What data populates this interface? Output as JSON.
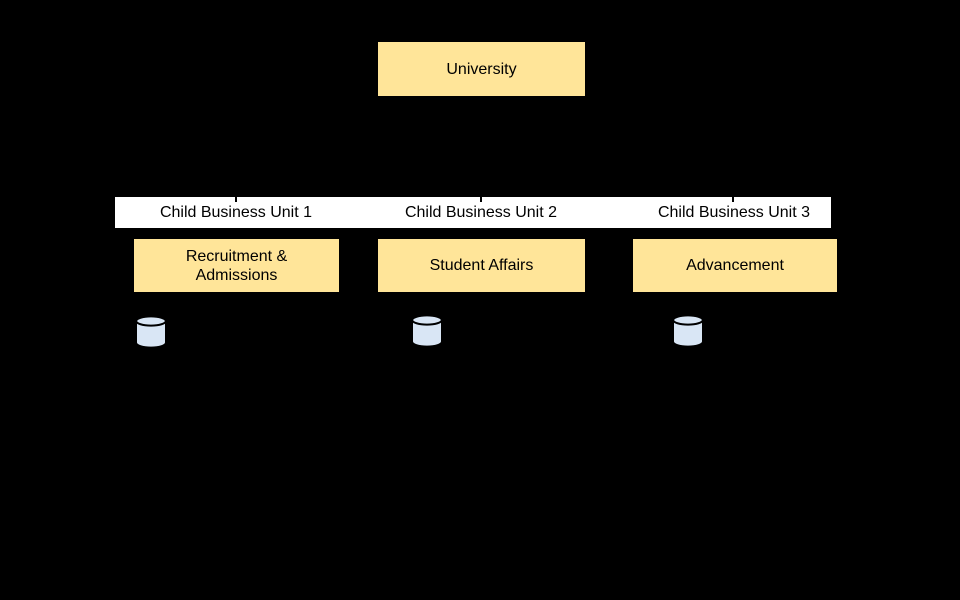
{
  "canvas": {
    "background": "#000000"
  },
  "root_node": {
    "label": "University",
    "fill": "#FFE599",
    "text_color": "#000000"
  },
  "label_band": {
    "fill": "#FFFFFF"
  },
  "connector_color": "#000000",
  "children": [
    {
      "unit_label": "Child Business Unit 1",
      "box_lines": [
        "Recruitment &",
        "Admissions"
      ],
      "fill": "#FFE599"
    },
    {
      "unit_label": "Child Business Unit 2",
      "box_lines": [
        "Student Affairs"
      ],
      "fill": "#FFE599"
    },
    {
      "unit_label": "Child Business Unit 3",
      "box_lines": [
        "Advancement"
      ],
      "fill": "#FFE599"
    }
  ],
  "database_icon": {
    "name": "database-cylinder-icon",
    "fill": "#D9E6F5",
    "stroke": "#000000"
  }
}
